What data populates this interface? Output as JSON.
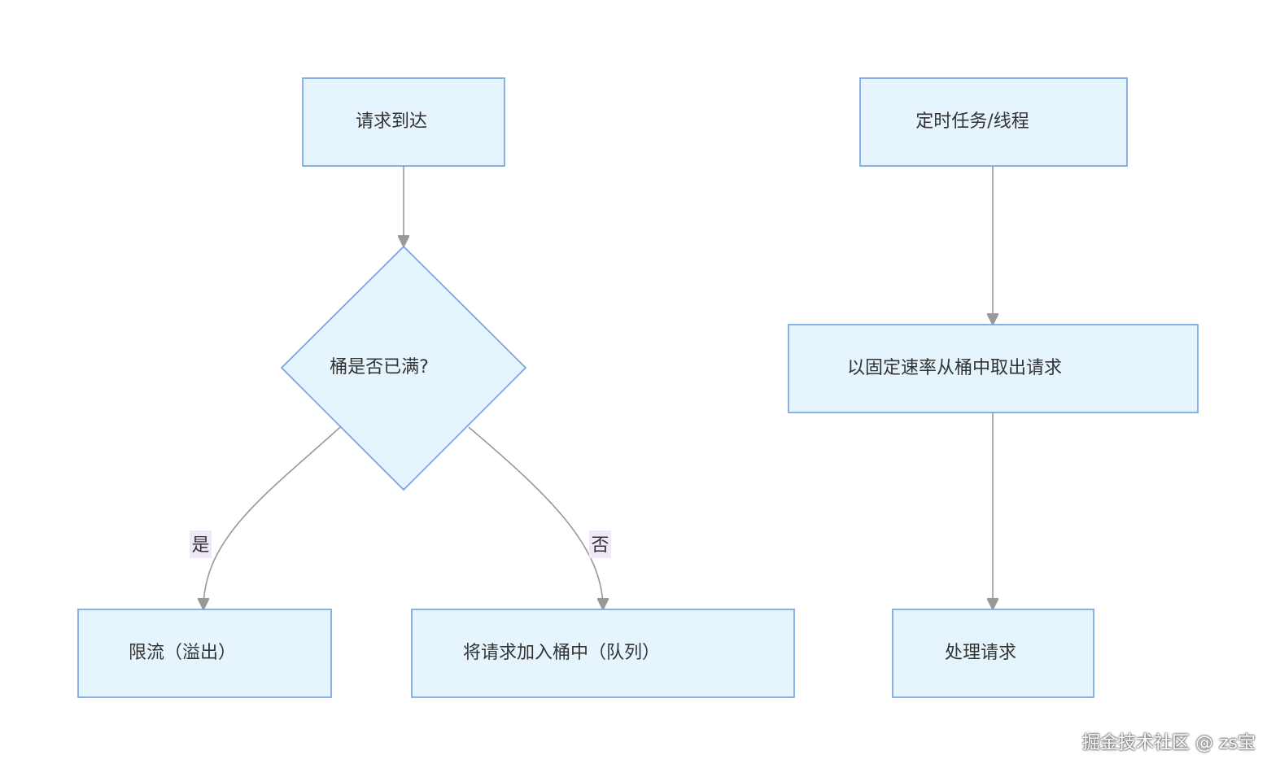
{
  "diagram": {
    "colors": {
      "node_fill": "#e6f5fd",
      "node_stroke": "#6f9fe0",
      "edge": "#999999",
      "edge_label_bg": "#efe9f7",
      "text": "#333333"
    },
    "nodes": {
      "request_arrives": "请求到达",
      "bucket_full": "桶是否已满?",
      "rate_limit": "限流（溢出）",
      "add_to_bucket": "将请求加入桶中（队列）",
      "timer_task": "定时任务/线程",
      "take_from_bucket": "以固定速率从桶中取出请求",
      "process_request": "处理请求"
    },
    "edge_labels": {
      "yes": "是",
      "no": "否"
    }
  },
  "watermark": "掘金技术社区 @ zs宝"
}
